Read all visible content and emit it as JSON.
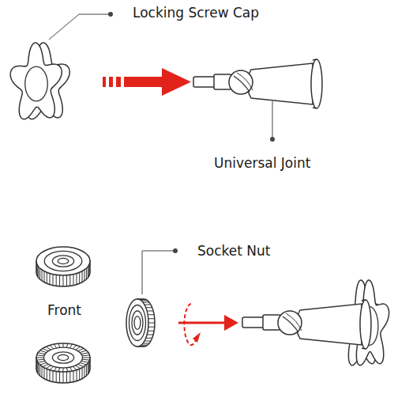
{
  "diagram": {
    "labels": [
      "Locking Screw Cap",
      "Universal Joint",
      "Socket Nut",
      "Front"
    ]
  }
}
